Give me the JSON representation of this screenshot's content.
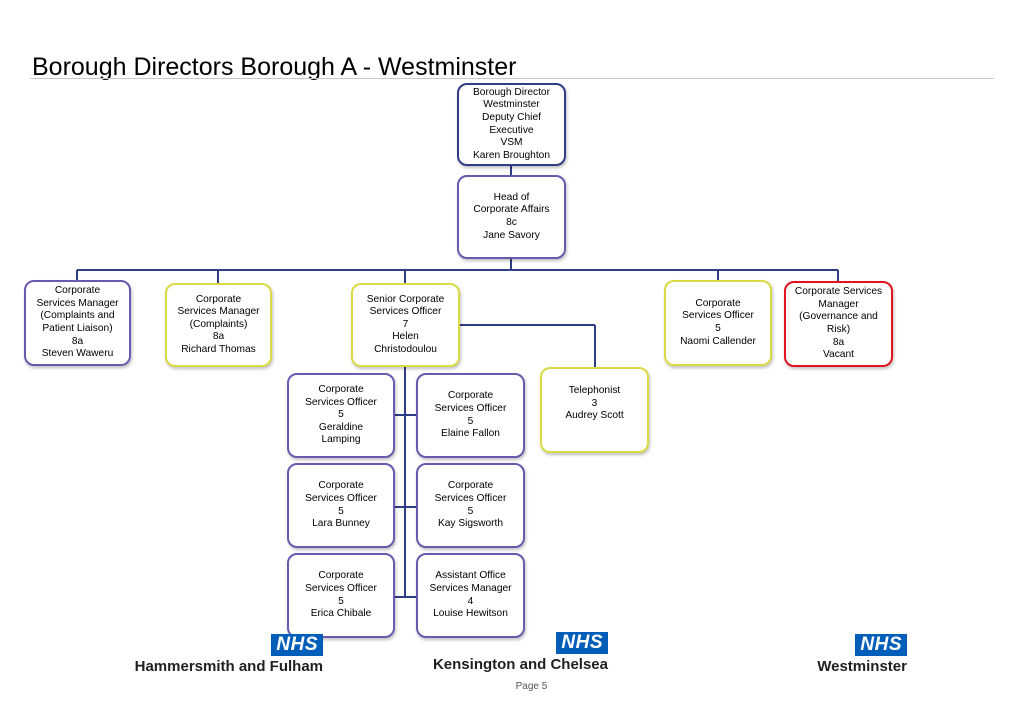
{
  "page_title": "Borough Directors Borough A - Westminster",
  "boxes": {
    "director": "Borough Director\nWestminster\nDeputy Chief\nExecutive\nVSM\nKaren Broughton",
    "head": "Head of\nCorporate Affairs\n8c\nJane Savory",
    "csm_complaints_liaison": "Corporate\nServices Manager\n(Complaints and\nPatient Liaison)\n8a\nSteven Waweru",
    "csm_complaints": "Corporate\nServices Manager\n(Complaints)\n8a\nRichard Thomas",
    "senior_cso": "Senior Corporate\nServices Officer\n7\nHelen\nChristodoulou",
    "cso_naomi": "Corporate\nServices Officer\n5\nNaomi Callender",
    "csm_governance": "Corporate Services\nManager\n(Governance and\nRisk)\n8a\nVacant",
    "cso_geraldine": "Corporate\nServices Officer\n5\nGeraldine\nLamping",
    "cso_elaine": "Corporate\nServices Officer\n5\nElaine Fallon",
    "telephonist": "Telephonist\n3\nAudrey Scott",
    "cso_lara": "Corporate\nServices Officer\n5\nLara Bunney",
    "cso_kay": "Corporate\nServices Officer\n5\nKay Sigsworth",
    "cso_erica": "Corporate\nServices Officer\n5\nErica Chibale",
    "aosm_louise": "Assistant Office\nServices Manager\n4\nLouise Hewitson"
  },
  "logos": [
    {
      "mark": "NHS",
      "org": "Hammersmith and Fulham"
    },
    {
      "mark": "NHS",
      "org": "Kensington and Chelsea"
    },
    {
      "mark": "NHS",
      "org": "Westminster"
    }
  ],
  "footer": {
    "page": "Page 5"
  },
  "colors": {
    "connector": "#2f3c86",
    "purple_border": "#6a5aad",
    "yellow_border": "#dada46",
    "red_border": "#e0141e",
    "nhs_blue": "#005eb8"
  }
}
